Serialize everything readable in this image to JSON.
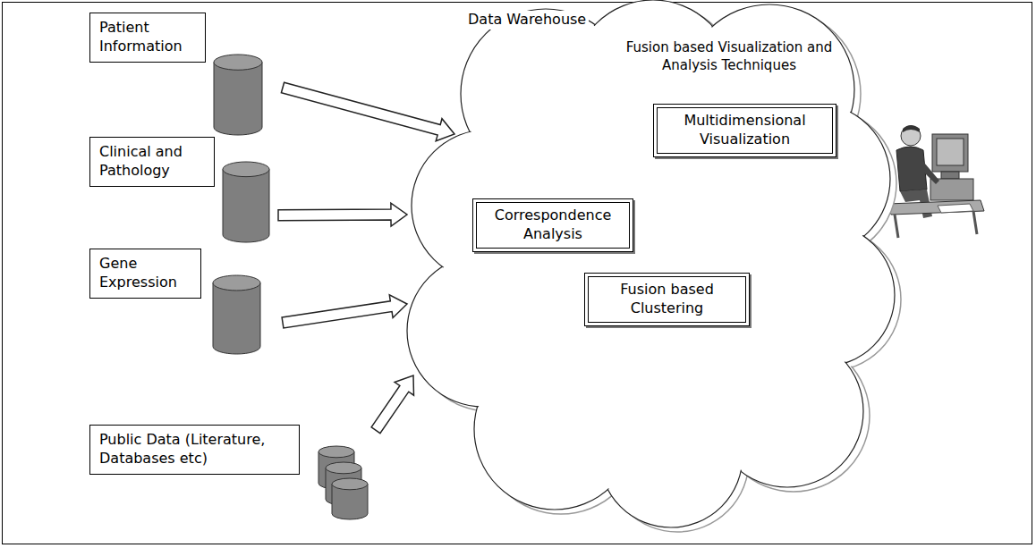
{
  "diagram": {
    "nodes": [
      {
        "text": [
          "Patient Information"
        ]
      },
      {
        "text": [
          "Clinical and Pathology"
        ]
      },
      {
        "text": [
          "Gene Expression"
        ]
      },
      {
        "text": [
          "Public Data (Literature, Databases etc)"
        ]
      },
      {
        "text": [
          "Data Warehouse",
          "Fusion based Visualization and Analysis Techniques"
        ]
      },
      {
        "text": [
          "Multidimensional Visualization"
        ],
        "in": 4
      },
      {
        "text": [
          "Correspondence Analysis"
        ],
        "in": 4
      },
      {
        "text": [
          "Fusion based Clustering"
        ],
        "in": 4
      }
    ],
    "edges": [
      {
        "from": 0,
        "to": 4,
        "arrow": "to"
      },
      {
        "from": 1,
        "to": 4,
        "arrow": "to"
      },
      {
        "from": 2,
        "to": 4,
        "arrow": "to"
      },
      {
        "from": 3,
        "to": 4,
        "arrow": "to"
      }
    ]
  }
}
